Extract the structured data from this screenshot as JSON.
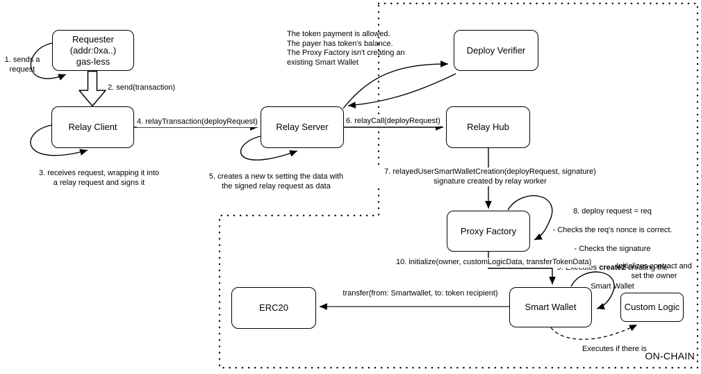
{
  "diagram": {
    "on_chain_label": "ON-CHAIN",
    "nodes": {
      "requester": {
        "label": "Requester\n(addr:0xa..)\ngas-less"
      },
      "relay_client": {
        "label": "Relay Client"
      },
      "relay_server": {
        "label": "Relay Server"
      },
      "deploy_verifier": {
        "label": "Deploy Verifier"
      },
      "relay_hub": {
        "label": "Relay Hub"
      },
      "proxy_factory": {
        "label": "Proxy Factory"
      },
      "smart_wallet": {
        "label": "Smart Wallet"
      },
      "erc20": {
        "label": "ERC20"
      },
      "custom_logic": {
        "label": "Custom Logic"
      }
    },
    "labels": {
      "step1": "1. sends a\nrequest",
      "step2": "2. send(transaction)",
      "step3": "3. receives request, wrapping it into\na relay request and signs it",
      "step4": "4. relayTransaction(deployRequest)",
      "step5": "5. creates a new tx setting the data with\nthe signed relay request as data",
      "verifier_note": "The token payment is allowed.\nThe payer has token's balance.\nThe Proxy Factory isn't creating an\nexisting Smart Wallet",
      "step6": "6. relayCall(deployRequest)",
      "step7": "7. relayedUserSmartWalletCreation(deployRequest, signature)\nsignature created by relay worker",
      "step8_line1": "8. deploy request = req",
      "step8_line2": "- Checks the req's nonce is correct.",
      "step8_line3": "- Checks the signature",
      "step9_prefix": "9. Executes ",
      "step9_bold": "create2",
      "step9_suffix": " creating the",
      "step9_line2": "Smart Wallet",
      "step10": "10. initialize(owner, customLogicData, transferTokenData)",
      "init_note": "Initializes contract and\nset the owner",
      "transfer": "transfer(from: Smartwallet, to: token recipient)",
      "executes_note": "Executes if there is"
    },
    "colors": {
      "stroke": "#000000",
      "transfer_line": "#595959",
      "box_fill": "#ffffff"
    }
  }
}
